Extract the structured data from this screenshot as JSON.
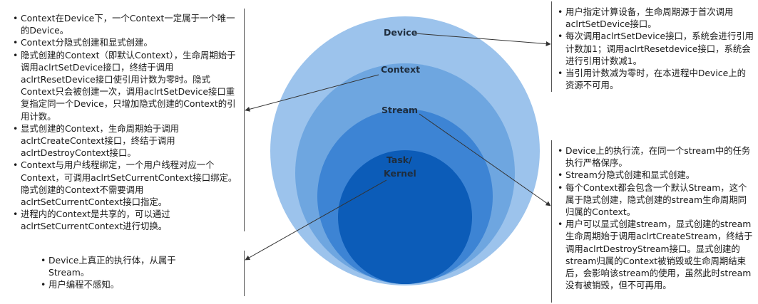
{
  "diagram": {
    "labels": {
      "device": "Device",
      "context": "Context",
      "stream": "Stream",
      "task_line1": "Task/",
      "task_line2": "Kernel"
    },
    "colors": {
      "device_ring": "#9cc3ec",
      "context_ring": "#6ea6e0",
      "stream_ring": "#3d84d4",
      "task_core": "#0c5cb8",
      "leader": "#333333"
    }
  },
  "context_notes": {
    "items": [
      "Context在Device下，一个Context一定属于一个唯一的Device。",
      "Context分隐式创建和显式创建。",
      "隐式创建的Context（即默认Context），生命周期始于调用aclrtSetDevice接口，终结于调用aclrtResetDevice接口使引用计数为零时。隐式Context只会被创建一次，调用aclrtSetDevice接口重复指定同一个Device，只增加隐式创建的Context的引用计数。",
      "显式创建的Context，生命周期始于调用aclrtCreateContext接口，终结于调用aclrtDestroyContext接口。",
      "Context与用户线程绑定，一个用户线程对应一个Context，可调用aclrtSetCurrentContext接口绑定。隐式创建的Context不需要调用aclrtSetCurrentContext接口指定。",
      "进程内的Context是共享的，可以通过aclrtSetCurrentContext进行切换。"
    ]
  },
  "task_notes": {
    "items": [
      "Device上真正的执行体，从属于Stream。",
      "用户编程不感知。"
    ]
  },
  "device_notes": {
    "items": [
      "用户指定计算设备，生命周期源于首次调用aclrtSetDevice接口。",
      "每次调用aclrtSetDevice接口，系统会进行引用计数加1；调用aclrtResetdevice接口，系统会进行引用计数减1。",
      "当引用计数减为零时，在本进程中Device上的资源不可用。"
    ]
  },
  "stream_notes": {
    "items": [
      "Device上的执行流，在同一个stream中的任务执行严格保序。",
      "Stream分隐式创建和显式创建。",
      "每个Context都会包含一个默认Stream，这个属于隐式创建，隐式创建的stream生命周期同归属的Context。",
      "用户可以显式创建stream，显式创建的stream生命周期始于调用aclrtCreateStream，终结于调用aclrtDestroyStream接口。显式创建的stream归属的Context被销毁或生命周期结束后，会影响该stream的使用，虽然此时stream没有被销毁，但不可再用。"
    ]
  }
}
